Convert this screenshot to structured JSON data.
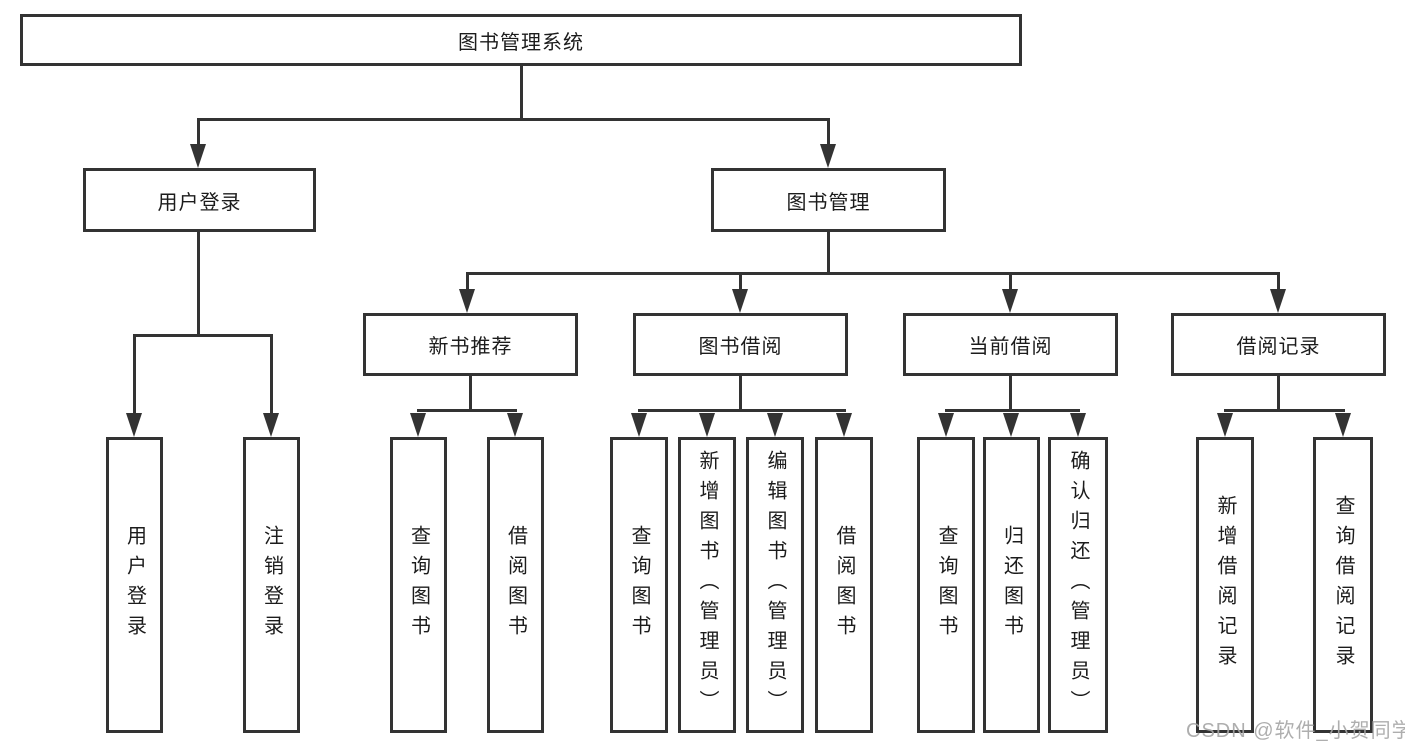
{
  "tree": {
    "label": "图书管理系统",
    "children": [
      {
        "label": "用户登录",
        "children": [
          {
            "label": "用户登录"
          },
          {
            "label": "注销登录"
          }
        ]
      },
      {
        "label": "图书管理",
        "children": [
          {
            "label": "新书推荐",
            "children": [
              {
                "label": "查询图书"
              },
              {
                "label": "借阅图书"
              }
            ]
          },
          {
            "label": "图书借阅",
            "children": [
              {
                "label": "查询图书"
              },
              {
                "label": "新增图书（管理员）"
              },
              {
                "label": "编辑图书（管理员）"
              },
              {
                "label": "借阅图书"
              }
            ]
          },
          {
            "label": "当前借阅",
            "children": [
              {
                "label": "查询图书"
              },
              {
                "label": "归还图书"
              },
              {
                "label": "确认归还（管理员）"
              }
            ]
          },
          {
            "label": "借阅记录",
            "children": [
              {
                "label": "新增借阅记录"
              },
              {
                "label": "查询借阅记录"
              }
            ]
          }
        ]
      }
    ]
  },
  "watermark": {
    "text": "CSDN @软件_小贺同学"
  },
  "colors": {
    "line": "#333333",
    "box_border": "#333333",
    "text": "#1c1c1c",
    "background": "#ffffff",
    "watermark": "#a5a5a5"
  }
}
